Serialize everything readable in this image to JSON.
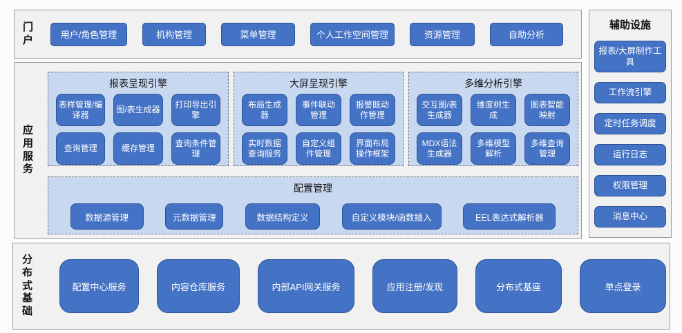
{
  "colors": {
    "node_blue": "#4472c4",
    "node_border": "#2e5496",
    "group_light_blue": "#c9d8f1",
    "panel_gray": "#f1f1f1",
    "panel_border": "#9b9b9b",
    "dashed_border": "#6f6f6f"
  },
  "portal": {
    "label": "门户",
    "items": [
      "用户/角色管理",
      "机构管理",
      "菜单管理",
      "个人工作空间管理",
      "资源管理",
      "自助分析"
    ]
  },
  "app_services": {
    "label": "应用服务",
    "engines": [
      {
        "title": "报表呈现引擎",
        "items": [
          "表样管理/编译器",
          "图/表生成器",
          "打印导出引擎",
          "查询管理",
          "缓存管理",
          "查询条件管理"
        ]
      },
      {
        "title": "大屏呈现引擎",
        "items": [
          "布局生成器",
          "事件联动管理",
          "报警既动作管理",
          "实时数据查询服务",
          "自定义组件管理",
          "界面布局操作框架"
        ]
      },
      {
        "title": "多维分析引擎",
        "items": [
          "交互图/表生成器",
          "维度树生成",
          "图表智能映射",
          "MDX语法生成器",
          "多维模型解析",
          "多维查询管理"
        ]
      }
    ],
    "config": {
      "title": "配置管理",
      "items": [
        "数据源管理",
        "元数据管理",
        "数据结构定义",
        "自定义模块/函数插入",
        "EEL表达式解析器"
      ]
    }
  },
  "auxiliary": {
    "label": "辅助设施",
    "items": [
      "报表/大屏制作工具",
      "工作流引擎",
      "定时任务调度",
      "运行日志",
      "权限管理",
      "消息中心"
    ]
  },
  "foundation": {
    "label": "分布式基础",
    "items": [
      "配置中心服务",
      "内容仓库服务",
      "内部API网关服务",
      "应用注册/发现",
      "分布式基座",
      "单点登录"
    ]
  }
}
